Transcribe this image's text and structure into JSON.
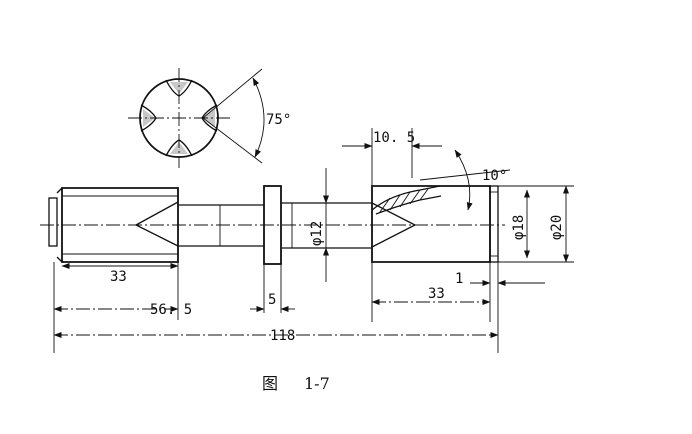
{
  "dims": {
    "len_33_left": "33",
    "len_56_5": "56. 5",
    "len_5": "5",
    "len_118": "118",
    "len_33_right": "33",
    "len_1": "1",
    "len_10_5": "10. 5",
    "dia_12": "φ12",
    "dia_18": "φ18",
    "dia_20": "φ20",
    "angle_75": "75°",
    "angle_10": "10°"
  },
  "caption": {
    "label": "图",
    "number": "1-7"
  }
}
